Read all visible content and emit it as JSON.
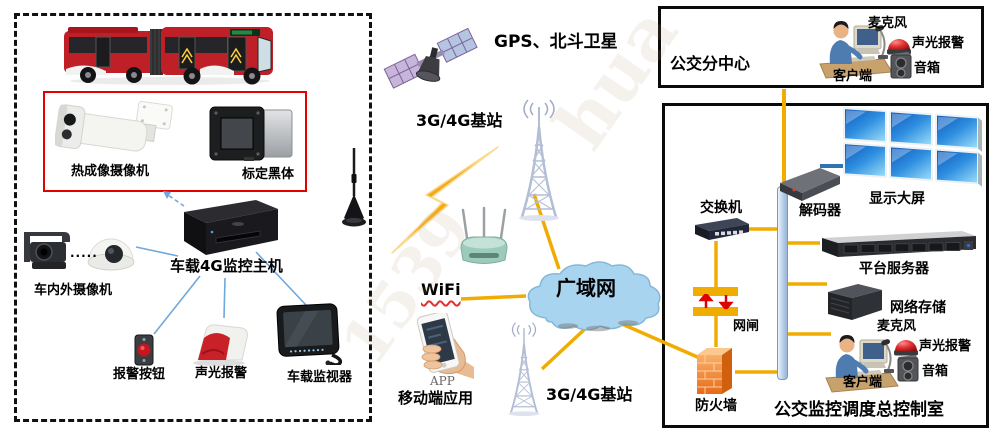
{
  "vehicle_zone": {
    "thermal_camera_label": "热成像摄像机",
    "blackbody_label": "标定黑体",
    "host_label": "车载4G监控主机",
    "cameras_label": "车内外摄像机",
    "camera_dots": "·····",
    "alarm_button_label": "报警按钮",
    "sound_light_alarm_label": "声光报警",
    "monitor_label": "车载监视器"
  },
  "network": {
    "satellite_label": "GPS、北斗卫星",
    "base_station_top_label": "3G/4G基站",
    "wifi_label": "WiFi",
    "wan_label": "广域网",
    "app_caption": "APP",
    "mobile_app_label": "移动端应用",
    "base_station_bottom_label": "3G/4G基站"
  },
  "sub_center": {
    "title": "公交分中心",
    "mic_label": "麦克风",
    "alarm_label": "声光报警",
    "speaker_label": "音箱",
    "client_label": "客户端"
  },
  "control_room": {
    "title": "公交监控调度总控制室",
    "switch_label": "交换机",
    "decoder_label": "解码器",
    "display_wall_label": "显示大屏",
    "server_label": "平台服务器",
    "gateway_label": "网闸",
    "storage_label": "网络存储",
    "mic_label": "麦克风",
    "alarm_label": "声光报警",
    "speaker_label": "音箱",
    "client_label": "客户端",
    "firewall_label": "防火墙"
  },
  "watermark": {
    "w1": "hua",
    "w2": "1539"
  },
  "colors": {
    "connector_yellow": "#F0AC00",
    "connector_blue": "#6FA8DC",
    "cloud_blue": "#A9D4EF",
    "highlight_red": "#E50000",
    "firewall_orange": "#F08030"
  }
}
